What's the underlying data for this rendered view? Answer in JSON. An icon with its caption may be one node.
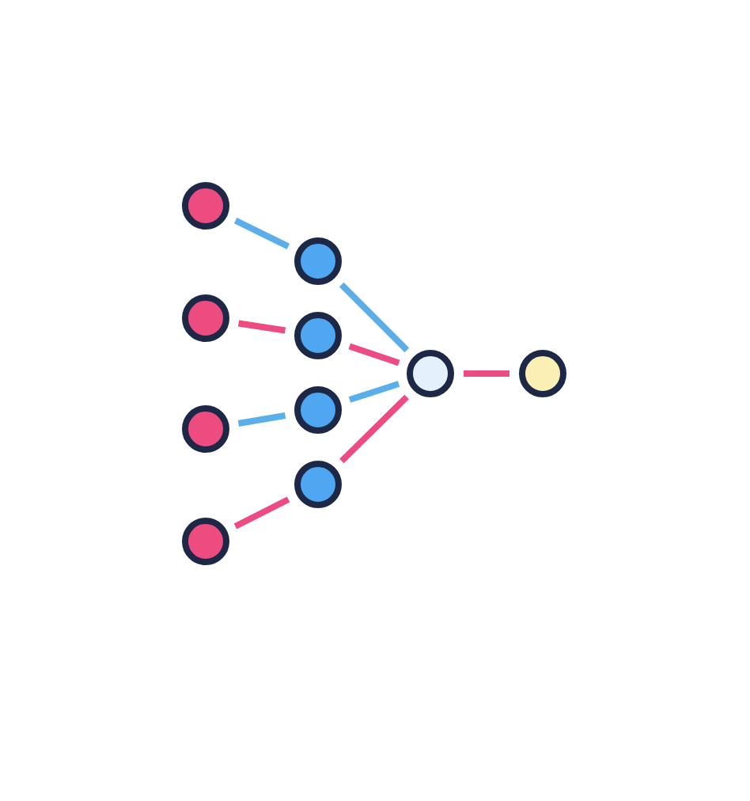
{
  "diagram": {
    "nodes": [
      {
        "text": [],
        "shape": "circle"
      },
      {
        "text": [],
        "shape": "circle"
      },
      {
        "text": [],
        "shape": "circle"
      },
      {
        "text": [],
        "shape": "circle"
      },
      {
        "text": [],
        "shape": "circle"
      },
      {
        "text": [],
        "shape": "circle"
      },
      {
        "text": [],
        "shape": "circle"
      },
      {
        "text": [],
        "shape": "circle"
      },
      {
        "text": [],
        "shape": "circle"
      },
      {
        "text": [],
        "shape": "circle"
      }
    ],
    "edges": [
      {
        "from": 0,
        "to": 4,
        "arrow": "none",
        "color": "#5aaeea"
      },
      {
        "from": 1,
        "to": 5,
        "arrow": "none"
      },
      {
        "from": 2,
        "to": 6,
        "arrow": "none",
        "color": "#5aaeea"
      },
      {
        "from": 3,
        "to": 7,
        "arrow": "none"
      },
      {
        "from": 4,
        "to": 8,
        "arrow": "none",
        "color": "#5aaeea"
      },
      {
        "from": 5,
        "to": 8,
        "arrow": "none"
      },
      {
        "from": 6,
        "to": 8,
        "arrow": "none",
        "color": "#5aaeea"
      },
      {
        "from": 7,
        "to": 8,
        "arrow": "none"
      },
      {
        "from": 8,
        "to": 9,
        "arrow": "none"
      }
    ]
  }
}
